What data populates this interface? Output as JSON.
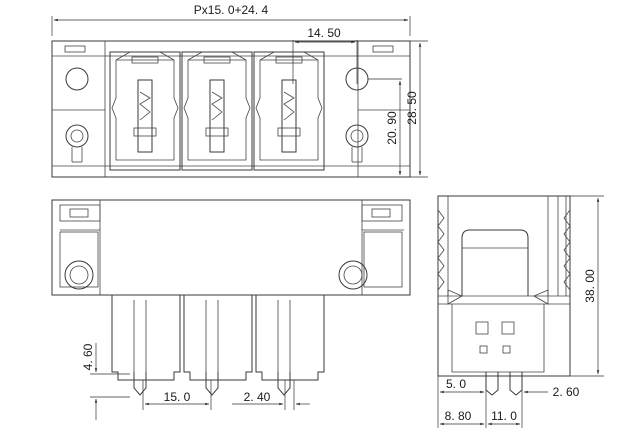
{
  "dimensions": {
    "overall_width": "Px15. 0+24. 4",
    "pitch_top": "14. 50",
    "height_inner": "20. 90",
    "height_outer": "28. 50",
    "pin_height": "4. 60",
    "pitch_bottom": "15. 0",
    "pin_width": "2. 40",
    "side_height": "38. 00",
    "side_a": "5. 0",
    "side_b": "2. 60",
    "side_c": "8. 80",
    "side_d": "11. 0"
  }
}
